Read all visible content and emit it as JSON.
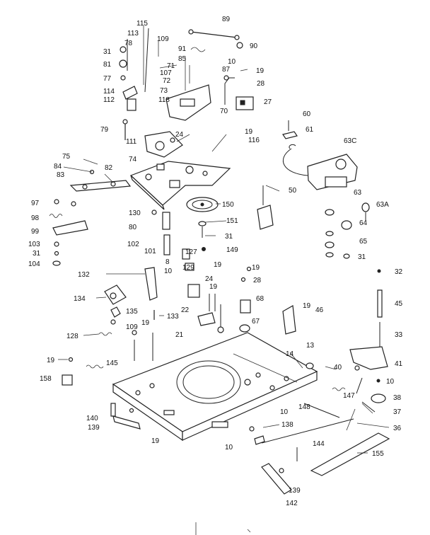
{
  "diagram": {
    "labels": {
      "l115": "115",
      "l113": "113",
      "l78": "78",
      "l31a": "31",
      "l81": "81",
      "l77": "77",
      "l114": "114",
      "l112": "112",
      "l109a": "109",
      "l71": "71",
      "l107": "107",
      "l72": "72",
      "l73": "73",
      "l118": "118",
      "l85": "85",
      "l89": "89",
      "l91": "91",
      "l90": "90",
      "l10a": "10",
      "l87": "87",
      "l19a": "19",
      "l28a": "28",
      "l27": "27",
      "l70": "70",
      "l79": "79",
      "l111": "111",
      "l24a": "24",
      "l19b": "19",
      "l116": "116",
      "l60": "60",
      "l61": "61",
      "l63C": "63C",
      "l75": "75",
      "l84": "84",
      "l74": "74",
      "l83": "83",
      "l82": "82",
      "l50": "50",
      "l63": "63",
      "l63A": "63A",
      "l150": "150",
      "l97": "97",
      "l98": "98",
      "l99": "99",
      "l130": "130",
      "l151": "151",
      "l80": "80",
      "l64": "64",
      "l31b": "31",
      "l102": "102",
      "l65": "65",
      "l103": "103",
      "l31c": "31",
      "l104": "104",
      "l101": "101",
      "l127": "127",
      "l149": "149",
      "l8": "8",
      "l10b": "10",
      "l129": "129",
      "l19c": "19",
      "l31d": "31",
      "l19d": "19",
      "l32": "32",
      "l132": "132",
      "l28b": "28",
      "l24b": "24",
      "l19e": "19",
      "l45": "45",
      "l134": "134",
      "l68": "68",
      "l19f": "19",
      "l46": "46",
      "l135": "135",
      "l133": "133",
      "l22": "22",
      "l67": "67",
      "l19g": "19",
      "l128": "128",
      "l109b": "109",
      "l21": "21",
      "l33": "33",
      "l13": "13",
      "l14": "14",
      "l19h": "19",
      "l145": "145",
      "l41": "41",
      "l40": "40",
      "l10c": "10",
      "l158": "158",
      "l147": "147",
      "l38": "38",
      "l148": "148",
      "l37": "37",
      "l140": "140",
      "l10d": "10",
      "l139a": "139",
      "l138": "138",
      "l36": "36",
      "l19i": "19",
      "l10e": "10",
      "l144": "144",
      "l155": "155",
      "l139b": "139",
      "l142": "142"
    }
  }
}
